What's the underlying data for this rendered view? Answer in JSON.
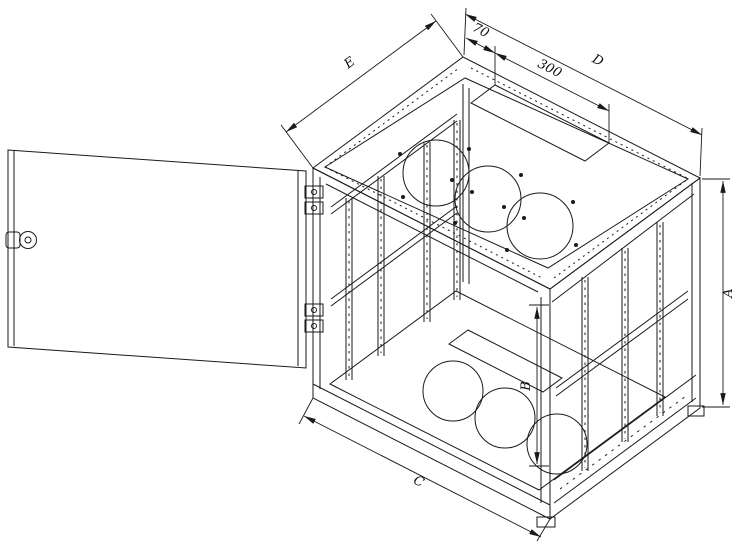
{
  "diagram": {
    "type": "technical-drawing",
    "subject": "wall-mount rack cabinet isometric view with open door",
    "dimension_labels": {
      "top_left_depth": "E",
      "cutout_offset": "70",
      "cutout_width": "300",
      "top_right_width": "D",
      "overall_height": "A",
      "front_inner_height": "B",
      "front_width": "C"
    },
    "colors": {
      "line": "#1a1a1a",
      "background": "#ffffff"
    }
  }
}
